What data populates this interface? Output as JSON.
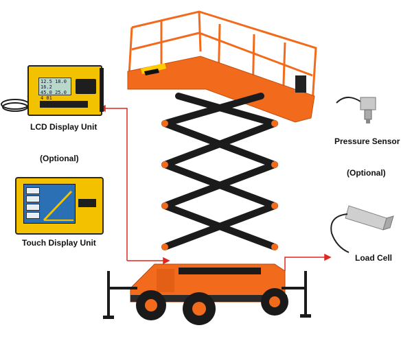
{
  "labels": {
    "lcd_display_unit": "LCD Display Unit",
    "optional_left": "(Optional)",
    "touch_display_unit": "Touch Display Unit",
    "pressure_sensor": "Pressure Sensor",
    "optional_right": "(Optional)",
    "load_cell": "Load Cell"
  },
  "lcd_screen": {
    "row1": "12.5 18.0 16.2",
    "row2": "45.0 25.0 4 01"
  },
  "colors": {
    "platform_orange": "#f26a1b",
    "scissor_black": "#1b1b1b",
    "unit_yellow": "#f2c200",
    "arrow_red": "#e0261f"
  },
  "icons": {
    "lcd_unit": "lcd-display-unit-icon",
    "touch_unit": "touch-display-unit-icon",
    "pressure_sensor": "pressure-sensor-icon",
    "load_cell": "load-cell-icon",
    "scissor_lift": "scissor-lift-icon"
  }
}
